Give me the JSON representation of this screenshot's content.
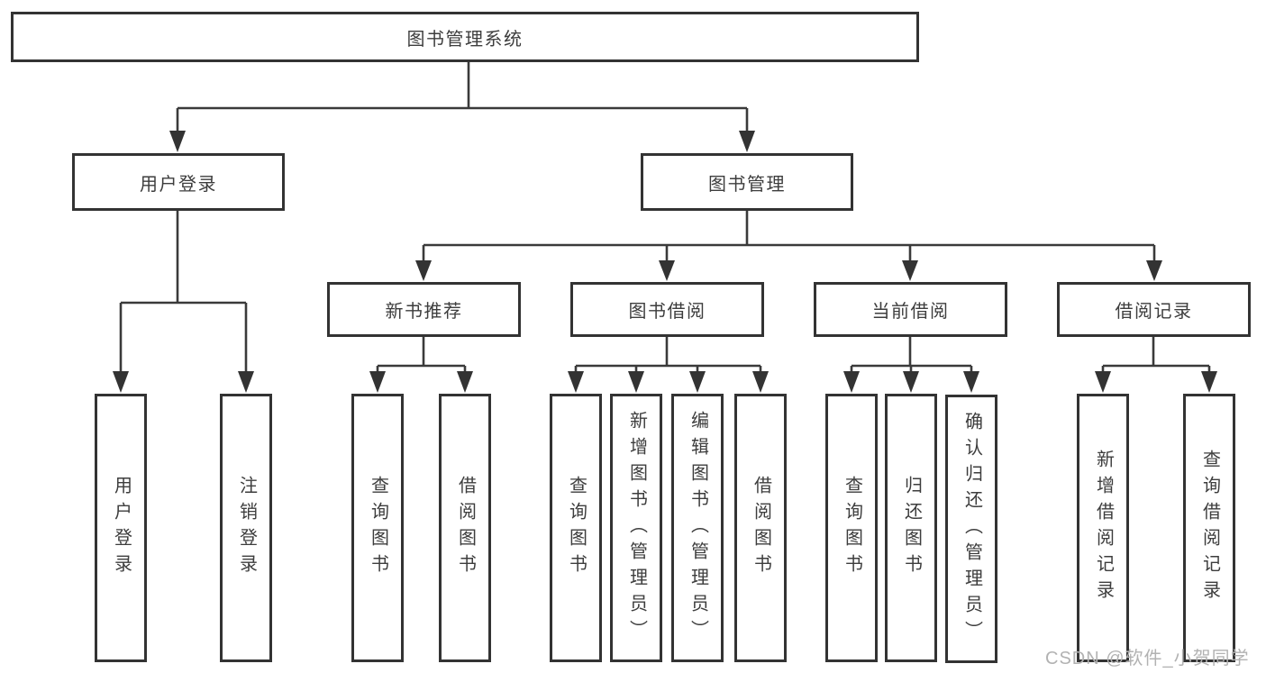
{
  "diagram": {
    "title": "图书管理系统",
    "nodes": {
      "root": {
        "label": "图书管理系统"
      },
      "user_login": {
        "label": "用户登录"
      },
      "book_mgmt": {
        "label": "图书管理"
      },
      "new_book_rec": {
        "label": "新书推荐"
      },
      "book_borrow": {
        "label": "图书借阅"
      },
      "current_borrow": {
        "label": "当前借阅"
      },
      "borrow_record": {
        "label": "借阅记录"
      },
      "leaf_user_login": {
        "label": "用户登录"
      },
      "leaf_logout": {
        "label": "注销登录"
      },
      "leaf_nb_query": {
        "label": "查询图书"
      },
      "leaf_nb_borrow": {
        "label": "借阅图书"
      },
      "leaf_bb_query": {
        "label": "查询图书"
      },
      "leaf_bb_add": {
        "label": "新增图书（管理员）"
      },
      "leaf_bb_edit": {
        "label": "编辑图书（管理员）"
      },
      "leaf_bb_borrow": {
        "label": "借阅图书"
      },
      "leaf_cb_query": {
        "label": "查询图书"
      },
      "leaf_cb_return": {
        "label": "归还图书"
      },
      "leaf_cb_confirm": {
        "label": "确认归还（管理员）"
      },
      "leaf_br_add": {
        "label": "新增借阅记录"
      },
      "leaf_br_query": {
        "label": "查询借阅记录"
      }
    },
    "hierarchy": {
      "图书管理系统": {
        "用户登录": [
          "用户登录",
          "注销登录"
        ],
        "图书管理": {
          "新书推荐": [
            "查询图书",
            "借阅图书"
          ],
          "图书借阅": [
            "查询图书",
            "新增图书（管理员）",
            "编辑图书（管理员）",
            "借阅图书"
          ],
          "当前借阅": [
            "查询图书",
            "归还图书",
            "确认归还（管理员）"
          ],
          "借阅记录": [
            "新增借阅记录",
            "查询借阅记录"
          ]
        }
      }
    },
    "colors": {
      "line": "#3a3a3a",
      "border": "#333333",
      "text": "#3d3d3d",
      "background": "#ffffff",
      "watermark": "#b2b2b2"
    }
  },
  "watermark": {
    "text": "CSDN @软件_小贺同学"
  }
}
